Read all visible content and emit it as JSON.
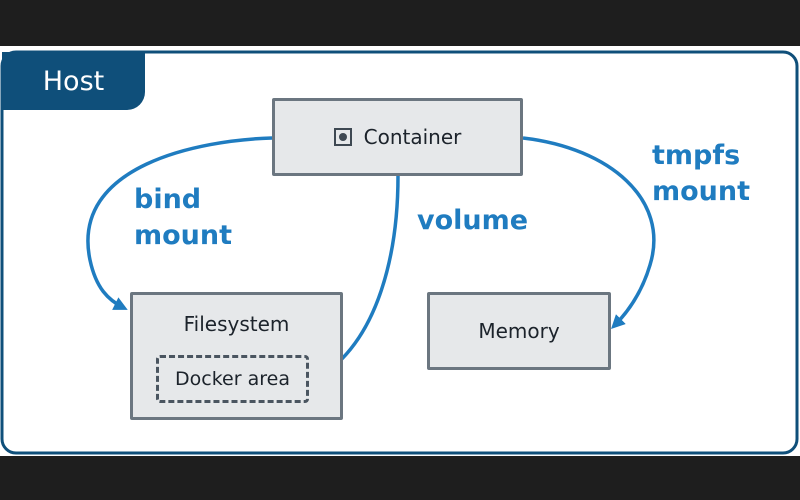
{
  "host_label": "Host",
  "container": {
    "label": "Container",
    "icon": "container-icon"
  },
  "filesystem": {
    "label": "Filesystem",
    "docker_area_label": "Docker area"
  },
  "memory": {
    "label": "Memory"
  },
  "mounts": {
    "bind": [
      "bind",
      "mount"
    ],
    "volume": "volume",
    "tmpfs": [
      "tmpfs",
      "mount"
    ]
  },
  "colors": {
    "accent": "#1f7cc0",
    "host_tab": "#0f4f7a",
    "box_fill": "#e6e8ea",
    "box_border": "#6b7680"
  }
}
